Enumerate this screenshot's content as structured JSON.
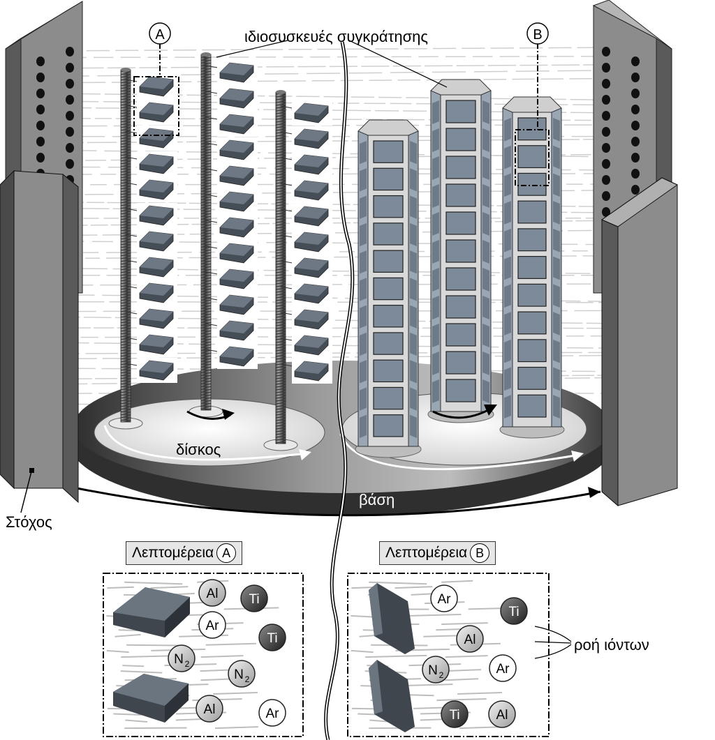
{
  "labels": {
    "fixtures": "ιδιοσυσκευές συγκράτησης",
    "disk": "δίσκος",
    "base": "βάση",
    "target": "Στόχος",
    "ion_flow": "ροή ιόντων"
  },
  "markers": {
    "a": "A",
    "b": "B"
  },
  "details": {
    "a": {
      "title": "Λεπτομέρεια",
      "marker": "A",
      "particles": [
        "Al",
        "Ti",
        "Ar",
        "Ti",
        "N",
        "N",
        "Al",
        "Ar"
      ]
    },
    "b": {
      "title": "Λεπτομέρεια",
      "marker": "B",
      "particles": [
        "Ar",
        "Ti",
        "Al",
        "Ar",
        "N",
        "Ti",
        "Al"
      ]
    }
  },
  "subscript": "2",
  "colors": {
    "target_panel": "#8c8c8c",
    "base_dark": "#3a3a3a",
    "column_face": "#7d8a99",
    "insert": "#505a66",
    "ion_stroke": "#c8c8c8",
    "ti_fill": "#3c3c3c",
    "al_n_fill": "#cfcfcf"
  }
}
